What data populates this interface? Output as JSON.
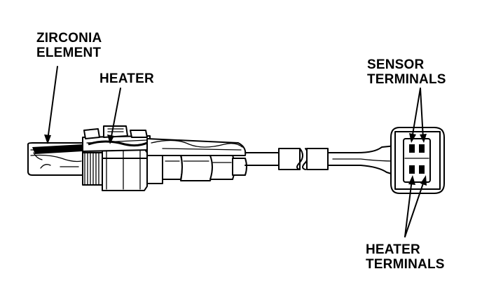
{
  "labels": {
    "zirconia_line1": "ZIRCONIA",
    "zirconia_line2": "ELEMENT",
    "heater": "HEATER",
    "sensor_terminals_line1": "SENSOR",
    "sensor_terminals_line2": "TERMINALS",
    "heater_terminals_line1": "HEATER",
    "heater_terminals_line2": "TERMINALS"
  },
  "colors": {
    "ink": "#000000",
    "background": "#ffffff"
  }
}
